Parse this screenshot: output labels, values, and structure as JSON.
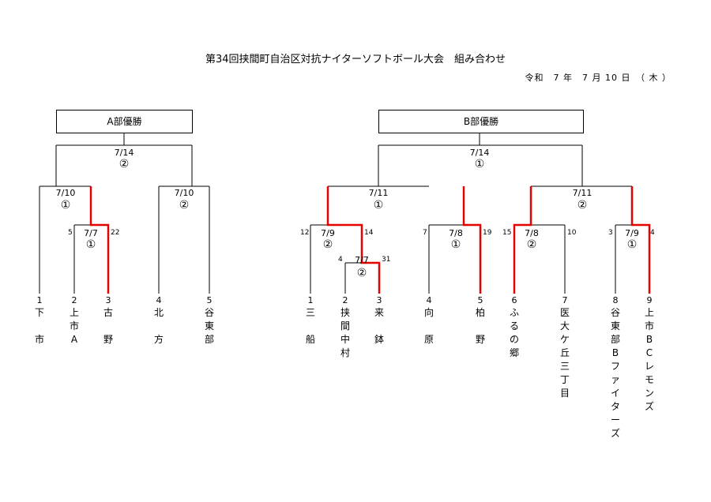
{
  "title": "第34回挟間町自治区対抗ナイターソフトボール大会　組み合わせ",
  "date": "令和　7 年　7 月 10 日　（ 木 ）",
  "champions": {
    "a": "A部優勝",
    "b": "B部優勝"
  },
  "matches": {
    "a_final": {
      "date": "7/14",
      "order": "②"
    },
    "a_semi_left": {
      "date": "7/10",
      "order": "①"
    },
    "a_semi_right": {
      "date": "7/10",
      "order": "②"
    },
    "a_first": {
      "date": "7/7",
      "order": "①",
      "score_left": "5",
      "score_right": "22"
    },
    "b_final": {
      "date": "7/14",
      "order": "①"
    },
    "b_semi_left": {
      "date": "7/11",
      "order": "①"
    },
    "b_semi_right": {
      "date": "7/11",
      "order": "②"
    },
    "b_q1": {
      "date": "7/9",
      "order": "②",
      "score_left": "12",
      "score_right": "14"
    },
    "b_q1_sub": {
      "date": "7/7",
      "order": "②",
      "score_left": "4",
      "score_right": "31"
    },
    "b_q2": {
      "date": "7/8",
      "order": "①",
      "score_left": "7",
      "score_right": "19"
    },
    "b_q3": {
      "date": "7/8",
      "order": "②",
      "score_left": "15",
      "score_right": "10"
    },
    "b_q4": {
      "date": "7/9",
      "order": "①",
      "score_left": "3",
      "score_right": "4"
    }
  },
  "teams_a": [
    {
      "num": "1",
      "name": "下\n\n市"
    },
    {
      "num": "2",
      "name": "上\n市\nA"
    },
    {
      "num": "3",
      "name": "古\n\n野"
    },
    {
      "num": "4",
      "name": "北\n\n方"
    },
    {
      "num": "5",
      "name": "谷\n東\n部"
    }
  ],
  "teams_b": [
    {
      "num": "1",
      "name": "三\n\n船"
    },
    {
      "num": "2",
      "name": "挟\n間\n中\n村"
    },
    {
      "num": "3",
      "name": "来\n\n鉢"
    },
    {
      "num": "4",
      "name": "向\n\n原"
    },
    {
      "num": "5",
      "name": "柏\n\n野"
    },
    {
      "num": "6",
      "name": "ふ\nる\nの\n郷"
    },
    {
      "num": "7",
      "name": "医\n大\nケ\n丘\n三\n丁\n目"
    },
    {
      "num": "8",
      "name": "谷\n東\n部\nB\nフ\nァ\nイ\nタ\nー\nズ"
    },
    {
      "num": "9",
      "name": "上\n市\nB\nC\nレ\nモ\nン\nズ"
    }
  ],
  "colors": {
    "line": "#000000",
    "winner": "#e60000"
  }
}
